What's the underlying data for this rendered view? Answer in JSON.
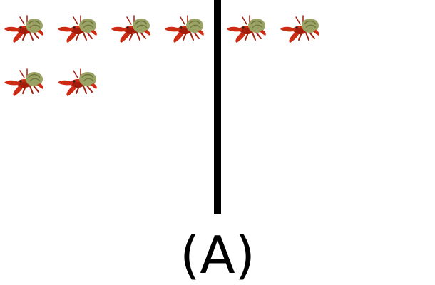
{
  "figure": {
    "option_label": "(A)",
    "icon": "hermit-crab-icon",
    "groups": [
      {
        "side": "left",
        "count": 6
      },
      {
        "side": "right",
        "count": 2
      }
    ]
  },
  "colors": {
    "crab_body": "#cc2b14",
    "crab_body_dark": "#a31d0c",
    "shell": "#9aa364",
    "shell_dark": "#6e7540",
    "divider": "#000000",
    "background": "#ffffff"
  }
}
